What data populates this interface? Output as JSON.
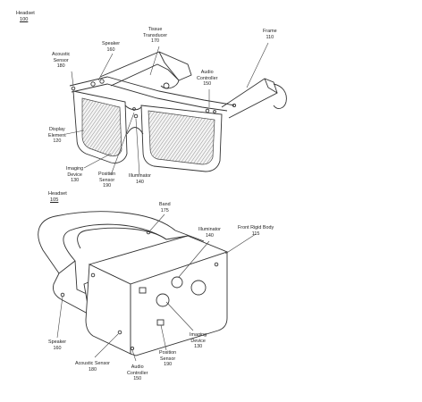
{
  "diagram_a": {
    "header": {
      "title": "Headset",
      "ref": "100"
    },
    "labels": {
      "speaker": {
        "name": "Speaker",
        "ref": "160"
      },
      "tissue_transducer": {
        "name1": "Tissue",
        "name2": "Transducer",
        "ref": "170"
      },
      "frame": {
        "name": "Frame",
        "ref": "110"
      },
      "acoustic_sensor": {
        "name1": "Acoustic",
        "name2": "Sensor",
        "ref": "180"
      },
      "audio_controller": {
        "name1": "Audio",
        "name2": "Controller",
        "ref": "150"
      },
      "display_element": {
        "name1": "Display",
        "name2": "Element",
        "ref": "120"
      },
      "imaging_device": {
        "name1": "Imaging",
        "name2": "Device",
        "ref": "130"
      },
      "position_sensor": {
        "name1": "Position",
        "name2": "Sensor",
        "ref": "190"
      },
      "illuminator": {
        "name": "Illuminator",
        "ref": "140"
      }
    }
  },
  "diagram_b": {
    "header": {
      "title": "Headset",
      "ref": "105"
    },
    "labels": {
      "band": {
        "name": "Band",
        "ref": "175"
      },
      "illuminator": {
        "name": "Illuminator",
        "ref": "140"
      },
      "front_rigid_body": {
        "name": "Front Rigid Body",
        "ref": "115"
      },
      "speaker": {
        "name": "Speaker",
        "ref": "160"
      },
      "imaging_device": {
        "name1": "Imaging",
        "name2": "Device",
        "ref": "130"
      },
      "position_sensor": {
        "name1": "Position",
        "name2": "Sensor",
        "ref": "190"
      },
      "acoustic_sensor": {
        "name": "Acoustic Sensor",
        "ref": "180"
      },
      "audio_controller": {
        "name1": "Audio",
        "name2": "Controller",
        "ref": "150"
      }
    }
  }
}
